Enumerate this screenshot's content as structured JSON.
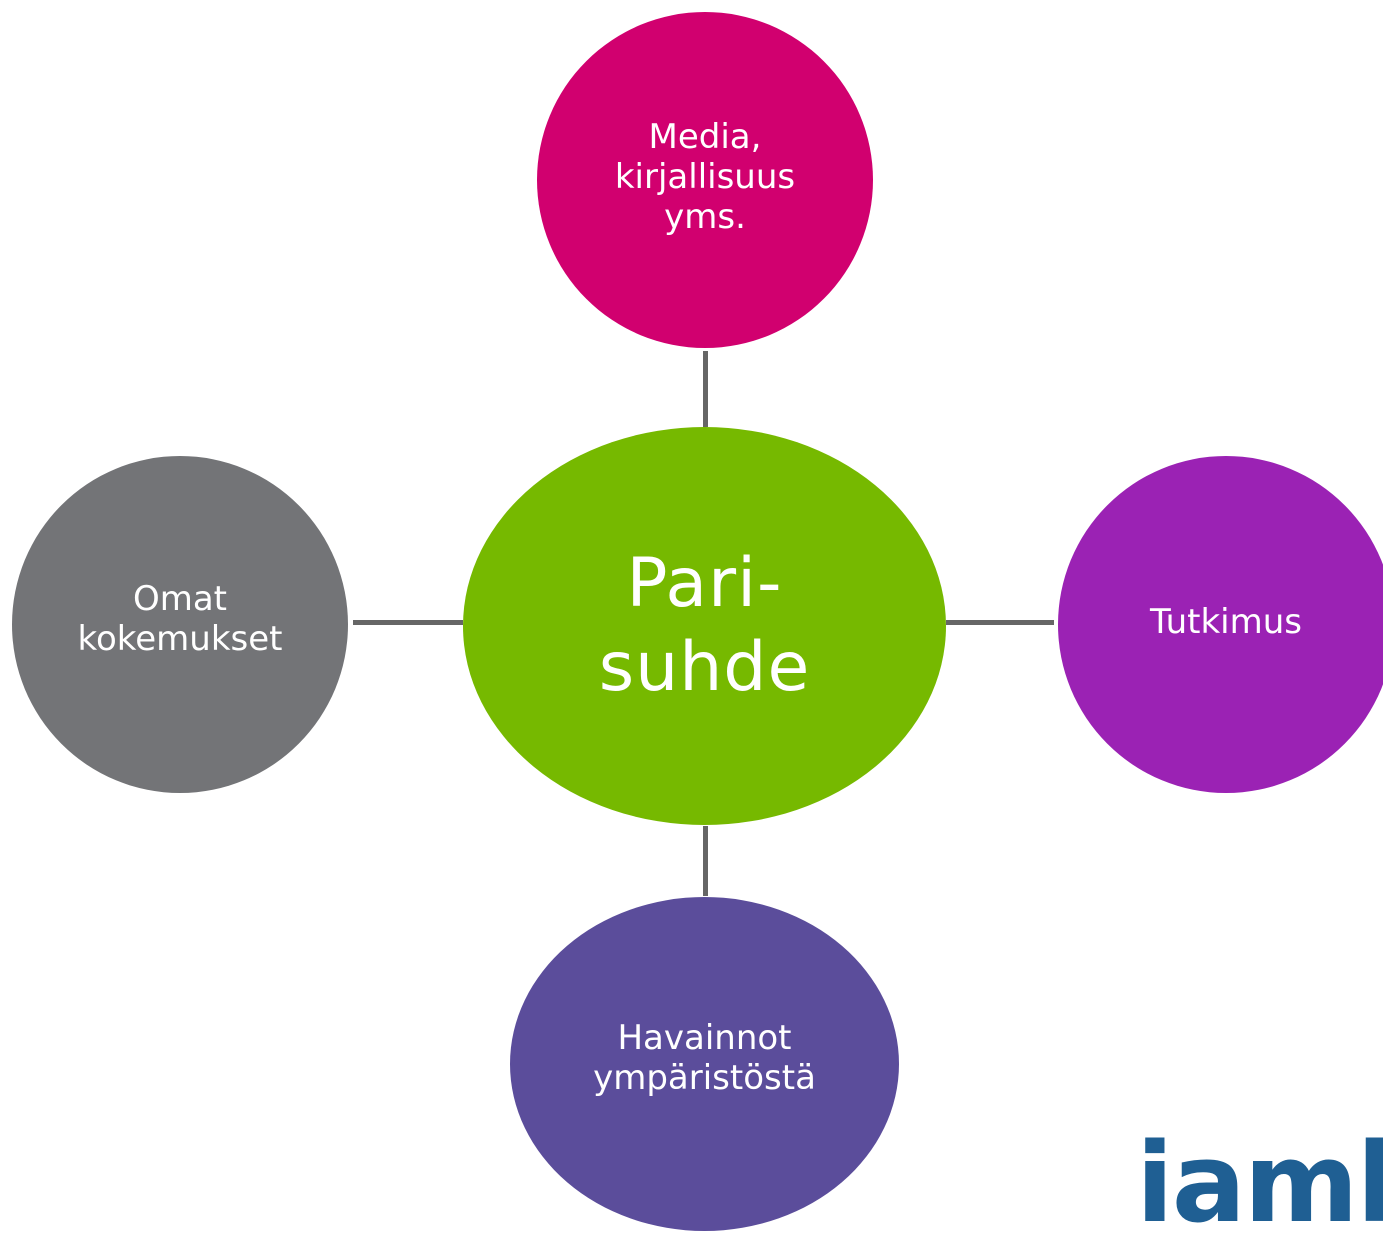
{
  "diagram": {
    "center": {
      "lines": [
        "Pari-",
        "suhde"
      ],
      "color": "#76B900"
    },
    "nodes": {
      "top": {
        "lines": [
          "Media,",
          "kirjallisuus",
          "yms."
        ],
        "color": "#D1006F"
      },
      "left": {
        "lines": [
          "Omat",
          "kokemukset"
        ],
        "color": "#737477"
      },
      "right": {
        "lines": [
          "Tutkimus"
        ],
        "color": "#9B22B4"
      },
      "bottom": {
        "lines": [
          "Havainnot",
          "ympäristöstä"
        ],
        "color": "#5B4D9B"
      }
    },
    "connector_color": "#666666"
  },
  "logo": {
    "text": "iaml",
    "color": "#1F5F93"
  }
}
